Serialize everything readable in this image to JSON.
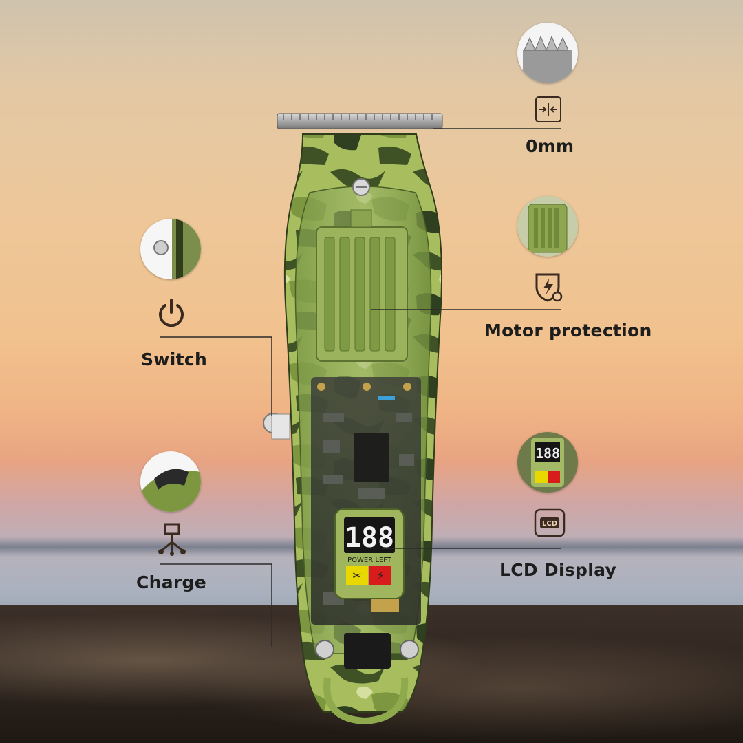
{
  "features": {
    "zero_mm": {
      "label": "0mm",
      "icon": "compress-arrows-icon"
    },
    "motor": {
      "label": "Motor protection",
      "icon": "shield-bolt-icon"
    },
    "switch": {
      "label": "Switch",
      "icon": "power-icon"
    },
    "lcd": {
      "label": "LCD Display",
      "icon": "lcd-icon",
      "icon_text": "LCD"
    },
    "charge": {
      "label": "Charge",
      "icon": "usb-charge-icon"
    }
  },
  "device": {
    "display_digits": "188",
    "display_caption": "POWER LEFT"
  },
  "colors": {
    "camo_light": "#a7bd5e",
    "camo_dark": "#3e5226",
    "camo_mid": "#7d9640",
    "icon_brown": "#3a2a20",
    "lcd_yellow": "#e8d800",
    "lcd_red": "#d81c1c"
  }
}
